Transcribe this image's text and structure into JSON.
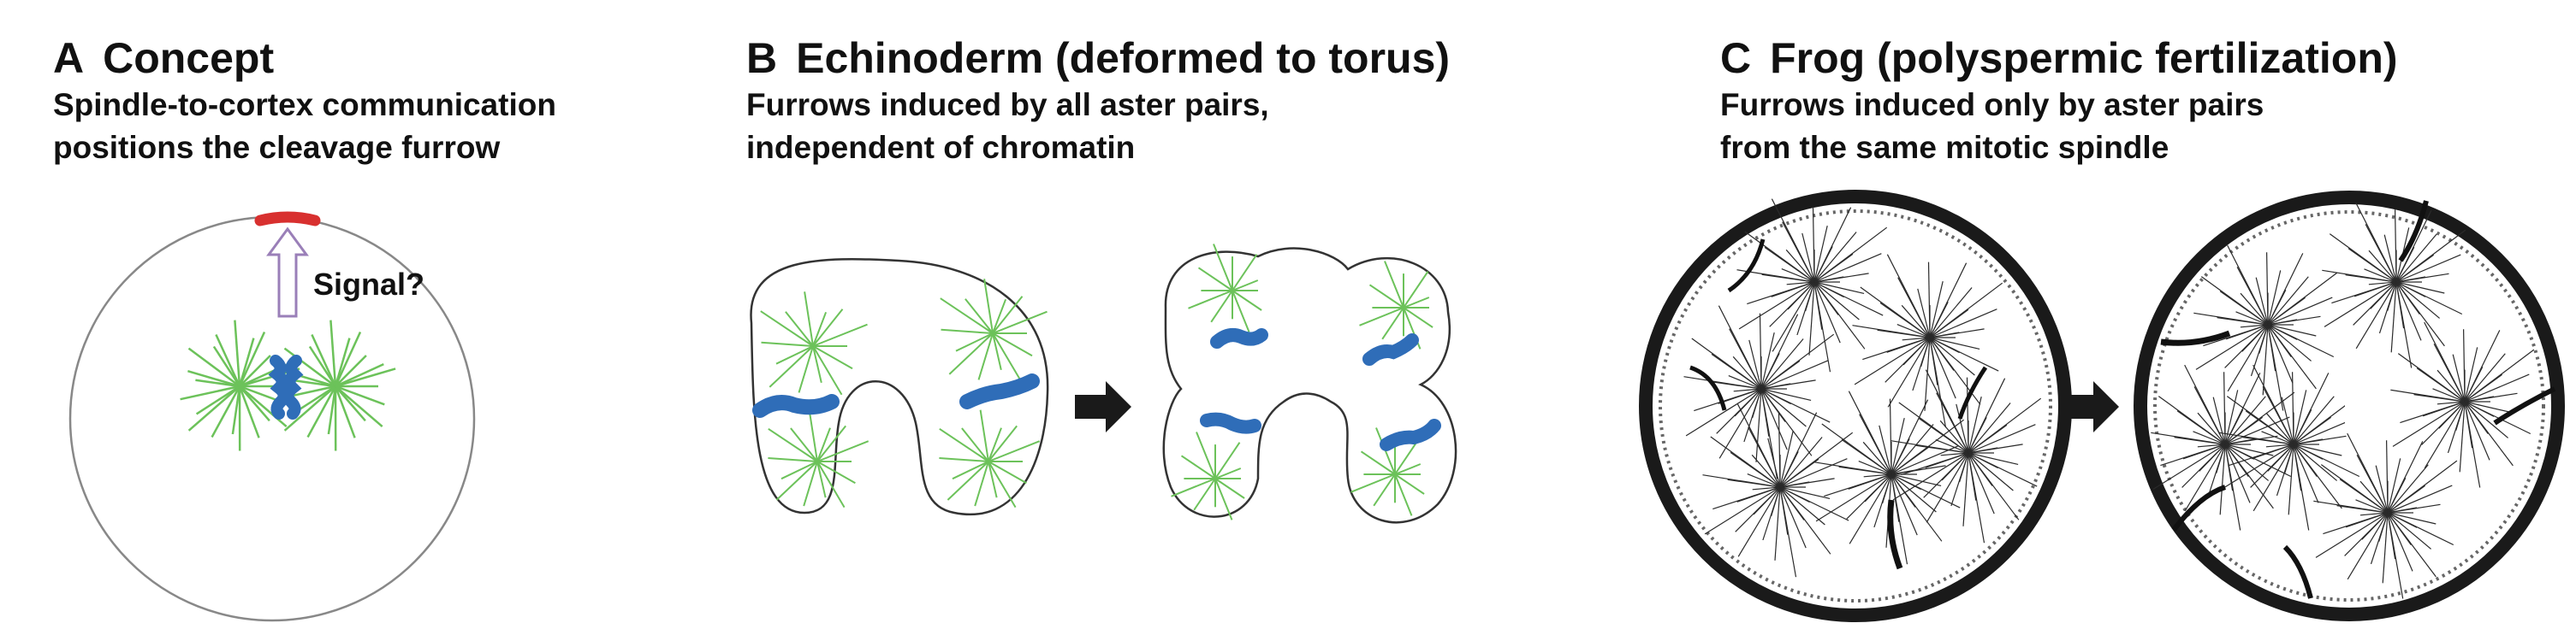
{
  "panels": {
    "a": {
      "letter": "A",
      "title": "Concept",
      "caption_line1": "Spindle-to-cortex communication",
      "caption_line2": "positions the cleavage furrow",
      "signal_label": "Signal?"
    },
    "b": {
      "letter": "B",
      "title": "Echinoderm (deformed to torus)",
      "caption_line1": "Furrows induced by all aster pairs,",
      "caption_line2": "independent of chromatin"
    },
    "c": {
      "letter": "C",
      "title": "Frog (polyspermic fertilization)",
      "caption_line1": "Furrows induced only by aster pairs",
      "caption_line2": "from the same mitotic spindle"
    }
  },
  "colors": {
    "microtubule": "#6cc25a",
    "chromatin": "#2f6db8",
    "furrow_signal": "#d8302f",
    "arrow": "#1a1a1a",
    "outline": "#333333"
  }
}
